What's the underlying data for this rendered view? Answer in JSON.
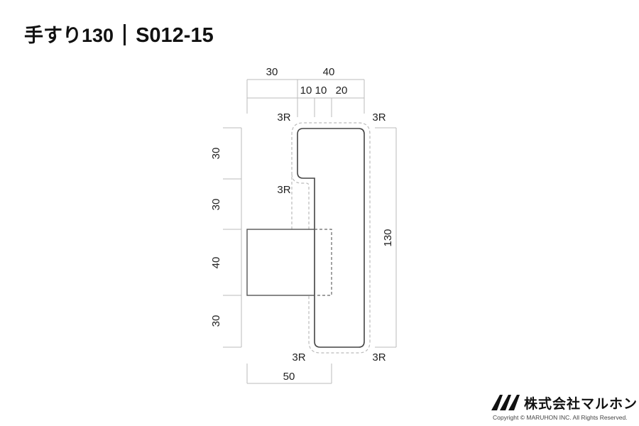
{
  "title": {
    "product": "手すり130",
    "code": "S012-15"
  },
  "dimensions": {
    "top_left": "30",
    "top_right": "40",
    "sub1": "10",
    "sub2": "10",
    "sub3": "20",
    "left": [
      "30",
      "30",
      "40",
      "30"
    ],
    "right": "130",
    "bottom": "50",
    "radius_labels": [
      "3R",
      "3R",
      "3R",
      "3R",
      "3R"
    ]
  },
  "footer": {
    "company": "株式会社マルホン",
    "copyright": "Copyright © MARUHON INC. All Rights Reserved."
  }
}
